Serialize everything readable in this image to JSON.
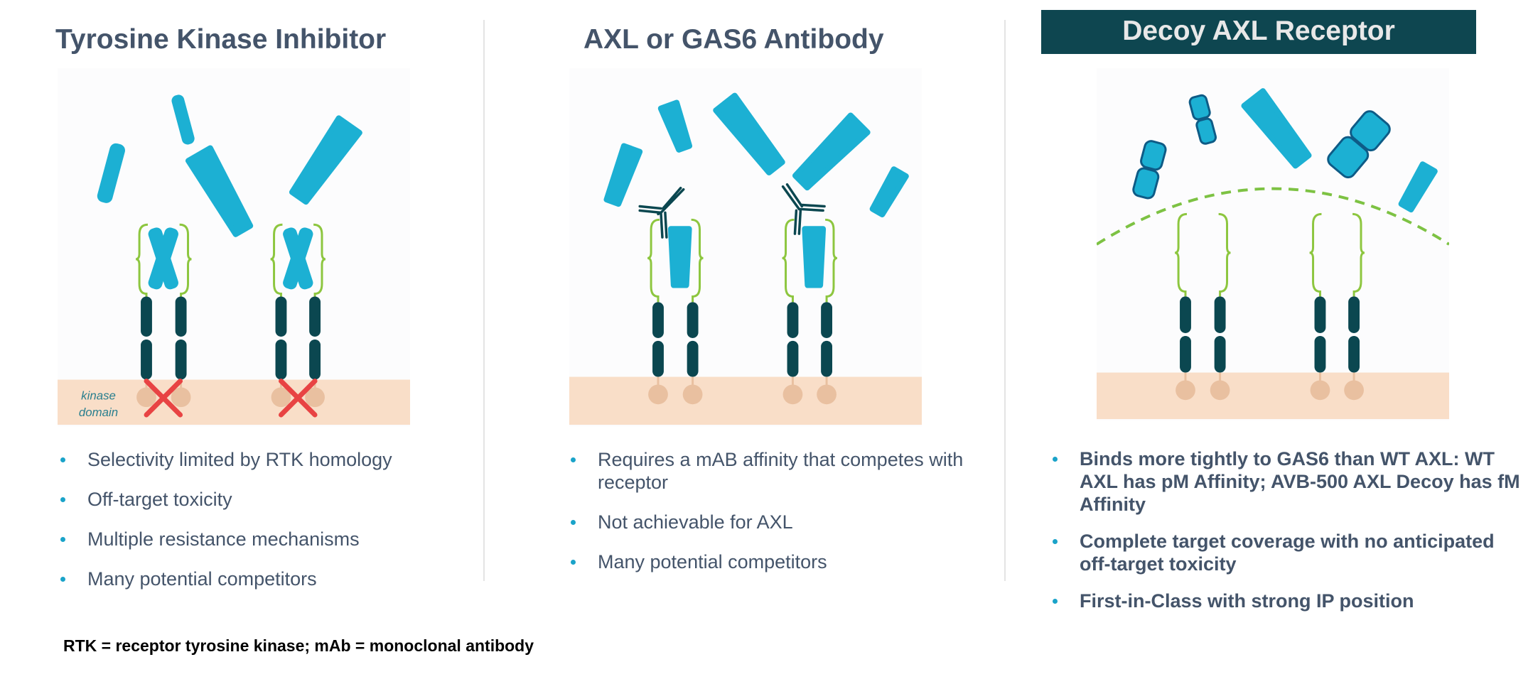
{
  "columns": [
    {
      "title": "Tyrosine Kinase Inhibitor",
      "diagram_label": [
        "kinase",
        "domain"
      ],
      "bullets": [
        "Selectivity limited by RTK homology",
        "Off-target toxicity",
        "Multiple resistance mechanisms",
        "Many potential competitors"
      ]
    },
    {
      "title": "AXL or GAS6 Antibody",
      "bullets": [
        "Requires a mAB affinity that competes with receptor",
        "Not achievable for AXL",
        "Many potential competitors"
      ]
    },
    {
      "title": "Decoy AXL Receptor",
      "bullets": [
        "Binds more tightly to GAS6 than WT AXL: WT AXL has pM Affinity; AVB-500 AXL Decoy has fM Affinity",
        "Complete target coverage with no anticipated off-target toxicity",
        "First-in-Class with strong IP position"
      ]
    }
  ],
  "footnote": "RTK = receptor tyrosine kinase; mAb = monoclonal antibody",
  "colors": {
    "ligand": "#1cb0d3",
    "receptor": "#0b4750",
    "domain_outline": "#8dc63f",
    "membrane": "#f9dec8",
    "kinase": "#e9c0a0",
    "block": "#e84343",
    "header_bg": "#0e4650",
    "text": "#44546a"
  }
}
